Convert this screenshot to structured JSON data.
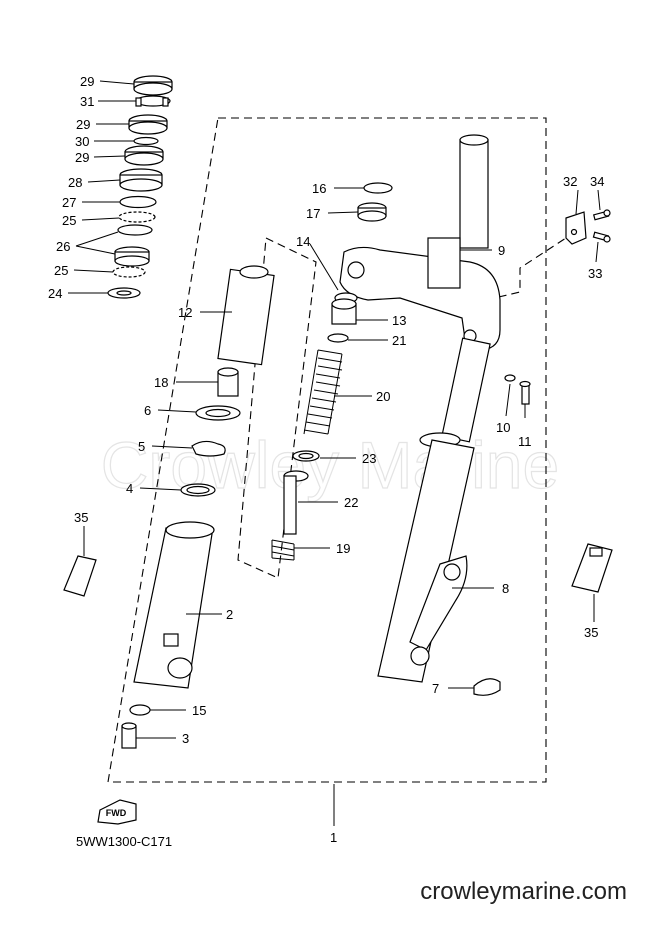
{
  "diagram": {
    "watermark": "Crowley Marine",
    "code": "5WW1300-C171",
    "website": "crowleymarine.com",
    "fwd_label": "FWD",
    "callouts": [
      {
        "id": "c29a",
        "label": "29"
      },
      {
        "id": "c31",
        "label": "31"
      },
      {
        "id": "c29b",
        "label": "29"
      },
      {
        "id": "c30",
        "label": "30"
      },
      {
        "id": "c29c",
        "label": "29"
      },
      {
        "id": "c28",
        "label": "28"
      },
      {
        "id": "c27",
        "label": "27"
      },
      {
        "id": "c25a",
        "label": "25"
      },
      {
        "id": "c26",
        "label": "26"
      },
      {
        "id": "c25b",
        "label": "25"
      },
      {
        "id": "c24",
        "label": "24"
      },
      {
        "id": "c16",
        "label": "16"
      },
      {
        "id": "c17",
        "label": "17"
      },
      {
        "id": "c14",
        "label": "14"
      },
      {
        "id": "c9",
        "label": "9"
      },
      {
        "id": "c32",
        "label": "32"
      },
      {
        "id": "c34",
        "label": "34"
      },
      {
        "id": "c33",
        "label": "33"
      },
      {
        "id": "c12",
        "label": "12"
      },
      {
        "id": "c13",
        "label": "13"
      },
      {
        "id": "c21",
        "label": "21"
      },
      {
        "id": "c18",
        "label": "18"
      },
      {
        "id": "c20",
        "label": "20"
      },
      {
        "id": "c6",
        "label": "6"
      },
      {
        "id": "c10",
        "label": "10"
      },
      {
        "id": "c11",
        "label": "11"
      },
      {
        "id": "c5",
        "label": "5"
      },
      {
        "id": "c23",
        "label": "23"
      },
      {
        "id": "c4",
        "label": "4"
      },
      {
        "id": "c22",
        "label": "22"
      },
      {
        "id": "c35a",
        "label": "35"
      },
      {
        "id": "c19",
        "label": "19"
      },
      {
        "id": "c2",
        "label": "2"
      },
      {
        "id": "c8",
        "label": "8"
      },
      {
        "id": "c35b",
        "label": "35"
      },
      {
        "id": "c7",
        "label": "7"
      },
      {
        "id": "c15",
        "label": "15"
      },
      {
        "id": "c3",
        "label": "3"
      },
      {
        "id": "c1",
        "label": "1"
      }
    ]
  }
}
